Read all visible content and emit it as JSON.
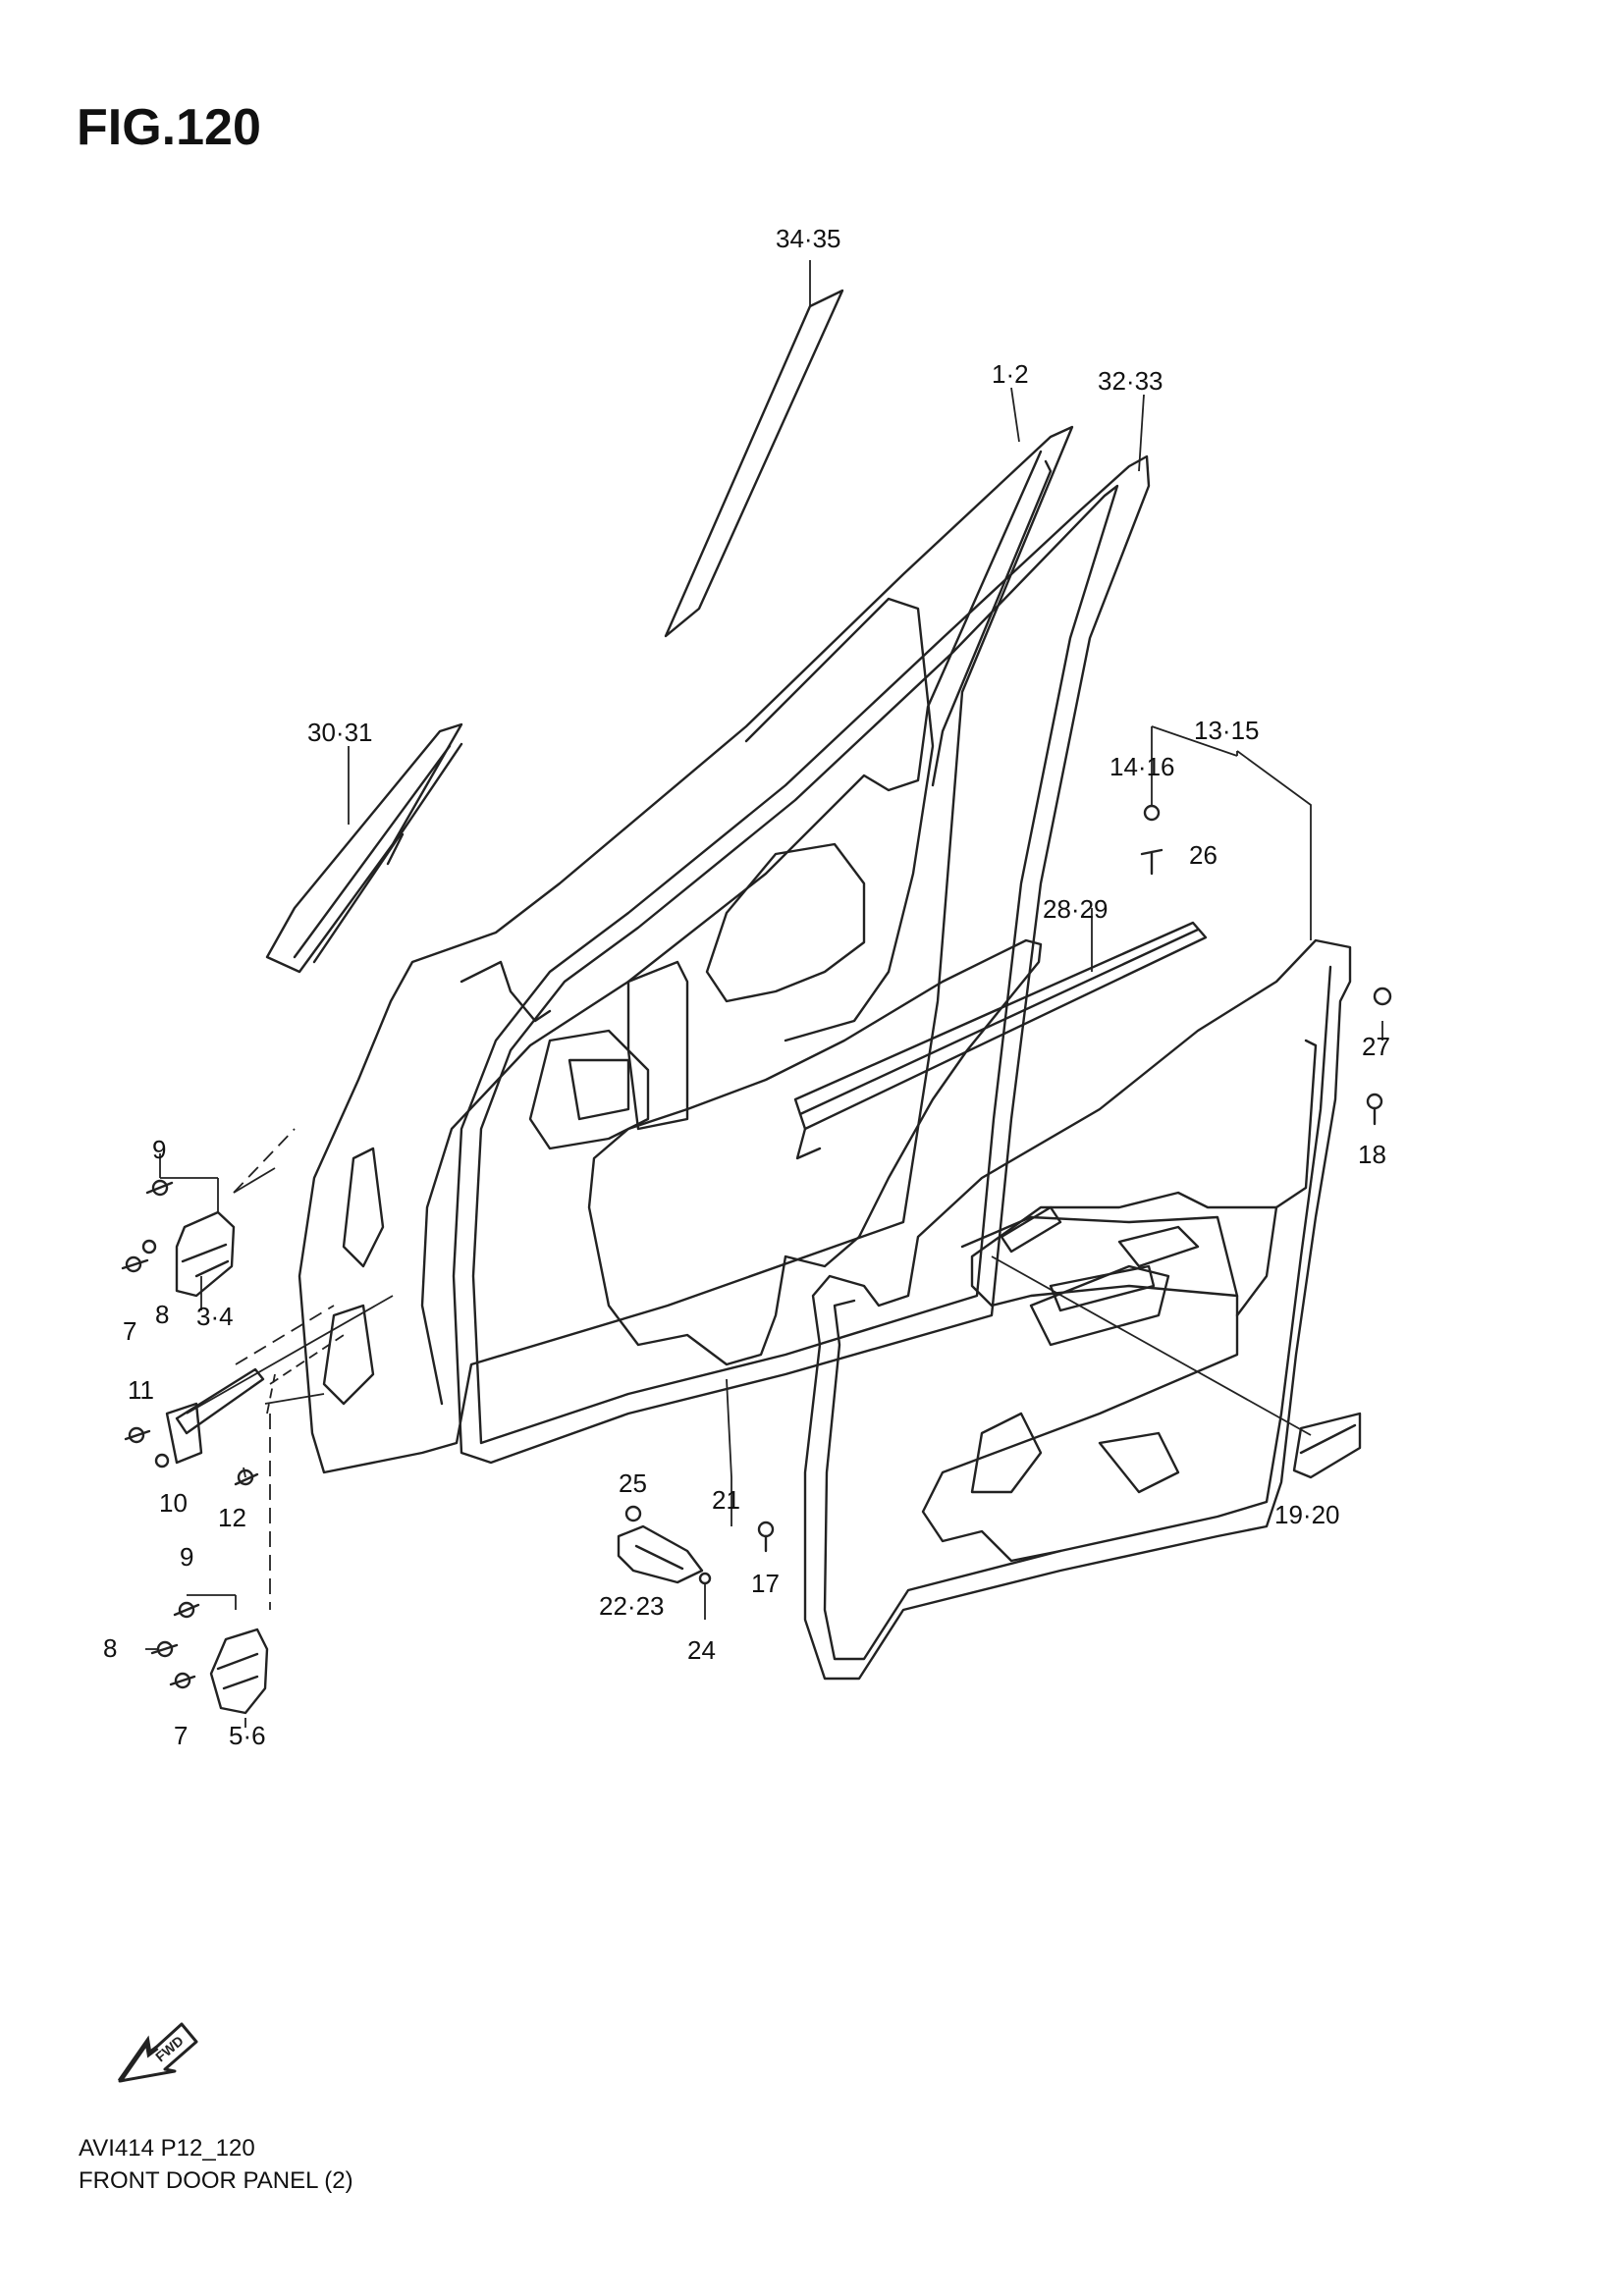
{
  "figure": {
    "title": "FIG.120"
  },
  "footer": {
    "code": "AVI414 P12_120",
    "name": "FRONT DOOR PANEL (2)"
  },
  "fwd_arrow": {
    "text": "FWD"
  },
  "callouts": [
    "34·35",
    "1·2",
    "32·33",
    "30·31",
    "13·15",
    "14·16",
    "26",
    "28·29",
    "27",
    "18",
    "9",
    "7",
    "8",
    "3·4",
    "11",
    "10",
    "12",
    "25",
    "21",
    "22·23",
    "17",
    "24",
    "19·20",
    "9",
    "8",
    "7",
    "5·6"
  ],
  "colors": {
    "line": "#222222",
    "background": "#ffffff"
  }
}
